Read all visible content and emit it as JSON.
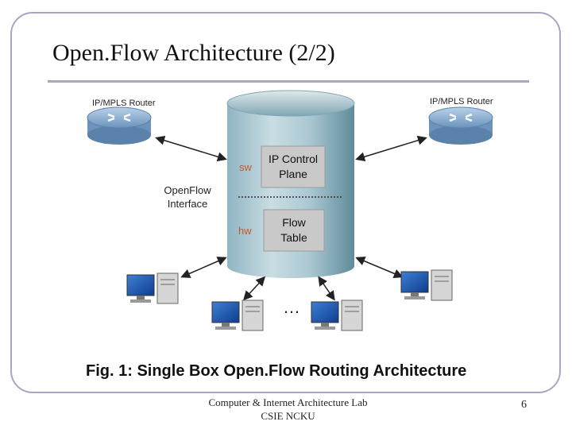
{
  "slide": {
    "title": "Open.Flow Architecture (2/2)",
    "caption": "Fig. 1: Single Box Open.Flow Routing Architecture",
    "footer_line1": "Computer & Internet Architecture Lab",
    "footer_line2": "CSIE NCKU",
    "page_number": "6"
  },
  "diagram": {
    "router_left_label": "IP/MPLS Router",
    "router_right_label": "IP/MPLS Router",
    "interface_label_line1": "OpenFlow",
    "interface_label_line2": "Interface",
    "sw_label": "sw",
    "hw_label": "hw",
    "control_plane_line1": "IP Control",
    "control_plane_line2": "Plane",
    "flow_table_line1": "Flow",
    "flow_table_line2": "Table",
    "ellipsis": "…"
  },
  "colors": {
    "frame": "#a5a7c4",
    "cylinder": "#6f9eae",
    "router": "#8aaed2",
    "sw_hw_text": "#c45a2c",
    "box_fill": "#c9c9c9"
  }
}
